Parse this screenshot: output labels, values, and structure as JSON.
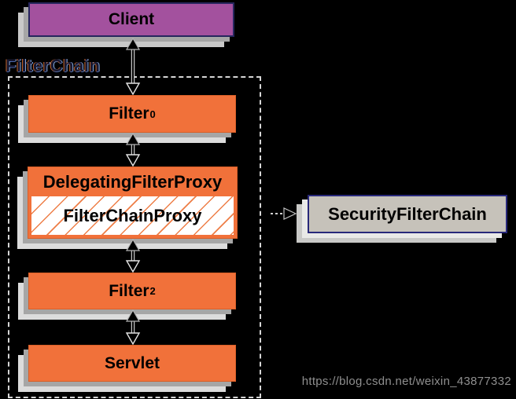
{
  "diagram": {
    "group_label": "FilterChain",
    "nodes": {
      "client": {
        "label": "Client"
      },
      "filter0": {
        "label": "Filter",
        "subscript": "0"
      },
      "delegating_filter_proxy": {
        "label": "DelegatingFilterProxy"
      },
      "filter_chain_proxy": {
        "label": "FilterChainProxy"
      },
      "filter2": {
        "label": "Filter",
        "subscript": "2"
      },
      "servlet": {
        "label": "Servlet"
      },
      "security_filter_chain": {
        "label": "SecurityFilterChain"
      }
    },
    "connectors": [
      {
        "from": "client",
        "to": "filter0",
        "type": "vertical-double-arrow"
      },
      {
        "from": "filter0",
        "to": "delegating_filter_proxy",
        "type": "vertical-double-arrow"
      },
      {
        "from": "delegating_filter_proxy",
        "to": "filter2",
        "type": "vertical-double-arrow"
      },
      {
        "from": "filter2",
        "to": "servlet",
        "type": "vertical-double-arrow"
      },
      {
        "from": "filter_chain_proxy",
        "to": "security_filter_chain",
        "type": "dashed-right-arrow"
      }
    ],
    "colors": {
      "background": "#000000",
      "node_orange": "#f1713a",
      "hatch_orange": "#ee7e47",
      "client_purple": "#a3519e",
      "security_chain_fill": "#c6c2ba",
      "navy_border": "#28287a",
      "shadow_gray": "#a6a6a6",
      "shadow_light": "#dcdcdc",
      "dashed_border": "#d6d6d6",
      "watermark_gray": "#8f8f8f"
    }
  },
  "watermark": "https://blog.csdn.net/weixin_43877332"
}
